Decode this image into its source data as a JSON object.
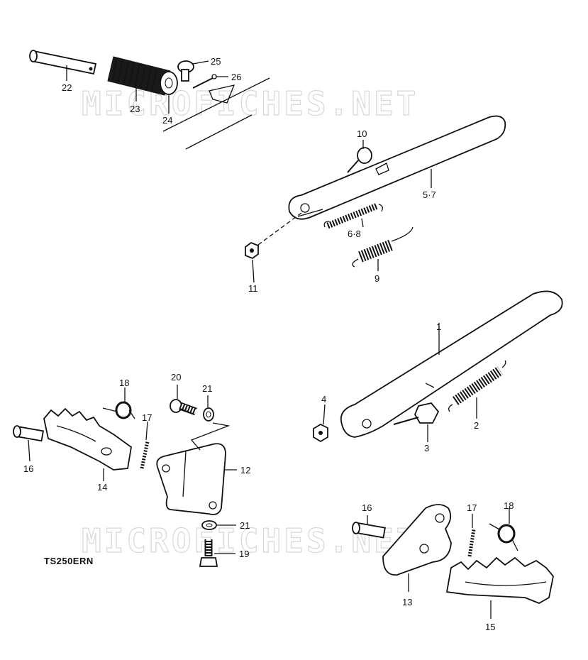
{
  "watermark": "MICROFICHES.NET",
  "model": "TS250ERN",
  "parts": {
    "p1": "1",
    "p2": "2",
    "p3": "3",
    "p4": "4",
    "p57": "5·7",
    "p68": "6·8",
    "p9": "9",
    "p10": "10",
    "p11": "11",
    "p12": "12",
    "p13": "13",
    "p14": "14",
    "p15": "15",
    "p16a": "16",
    "p16b": "16",
    "p17a": "17",
    "p17b": "17",
    "p18a": "18",
    "p18b": "18",
    "p19": "19",
    "p20": "20",
    "p21a": "21",
    "p21b": "21",
    "p22": "22",
    "p23": "23",
    "p24": "24",
    "p25": "25",
    "p26": "26"
  }
}
